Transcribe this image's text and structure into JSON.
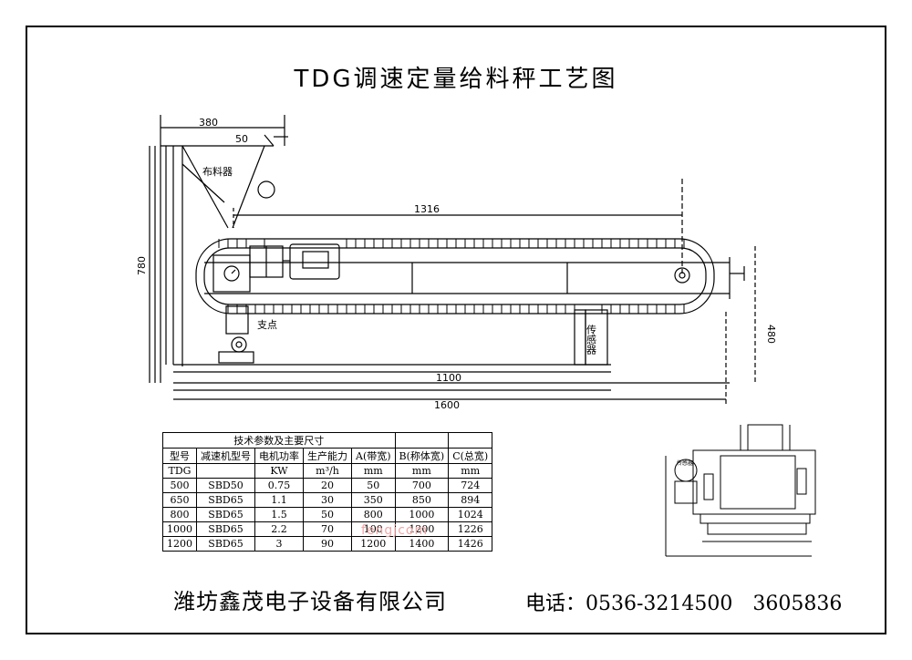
{
  "title": "TDG调速定量给料秤工艺图",
  "diagram": {
    "dim_380": "380",
    "dim_50": "50",
    "dim_1316": "1316",
    "dim_780": "780",
    "dim_480": "480",
    "dim_1100": "1100",
    "dim_1600": "1600",
    "label_feeder": "布料器",
    "label_pivot": "支点",
    "label_sensor": "传感器"
  },
  "table": {
    "caption": "技术参数及主要尺寸",
    "headers": [
      "型号",
      "减速机型号",
      "电机功率",
      "生产能力",
      "A(带宽)",
      "B(称体宽)",
      "C(总宽)"
    ],
    "units": [
      "TDG",
      "",
      "KW",
      "m³/h",
      "mm",
      "mm",
      "mm"
    ],
    "rows": [
      [
        "500",
        "SBD50",
        "0.75",
        "20",
        "50",
        "700",
        "724"
      ],
      [
        "650",
        "SBD65",
        "1.1",
        "30",
        "350",
        "850",
        "894"
      ],
      [
        "800",
        "SBD65",
        "1.5",
        "50",
        "800",
        "1000",
        "1024"
      ],
      [
        "1000",
        "SBD65",
        "2.2",
        "70",
        "100",
        "1200",
        "1226"
      ],
      [
        "1200",
        "SBD65",
        "3",
        "90",
        "1200",
        "1400",
        "1426"
      ]
    ]
  },
  "watermark": "fengjcom",
  "side_view": {
    "label": "传感器"
  },
  "footer": {
    "company": "潍坊鑫茂电子设备有限公司",
    "phone": "电话：0536-3214500　3605836"
  }
}
